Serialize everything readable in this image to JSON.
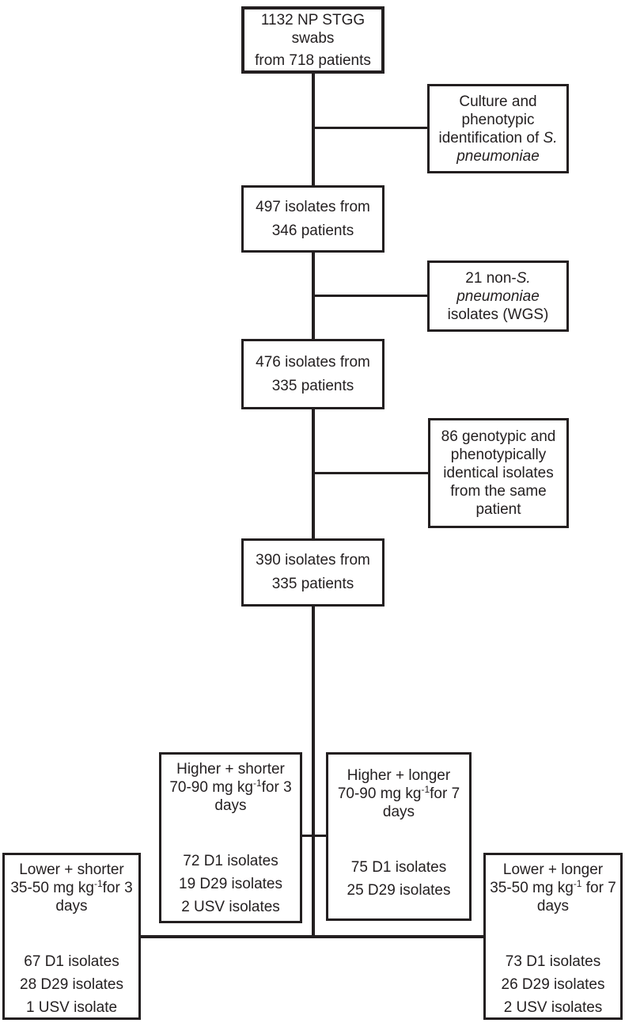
{
  "diagram": {
    "background": "#ffffff",
    "ink_color": "#231f20",
    "boxes": {
      "swabs": {
        "line1": "1132 NP STGG swabs",
        "line2": "from 718 patients"
      },
      "culture": {
        "prefix": "Culture and phenotypic identification of ",
        "italic": "S. pneumoniae"
      },
      "isolates_497": {
        "text": "497 isolates from 346 patients"
      },
      "non_pneumoniae": {
        "prefix": "21 non-",
        "italic": "S. pneumoniae",
        "suffix": " isolates (WGS)"
      },
      "isolates_476": {
        "text": "476 isolates from 335 patients"
      },
      "identical": {
        "text": "86 genotypic and phenotypically identical isolates from the same patient"
      },
      "isolates_390": {
        "text": "390 isolates from 335 patients"
      },
      "higher_shorter": {
        "title": "Higher + shorter",
        "dose_prefix": "70-90 mg kg",
        "dose_sup": "-1",
        "dose_suffix": "for 3 days",
        "stats": [
          "72 D1 isolates",
          "19 D29 isolates",
          "2 USV isolates"
        ]
      },
      "higher_longer": {
        "title": "Higher + longer",
        "dose_prefix": "70-90 mg kg",
        "dose_sup": "-1",
        "dose_suffix": "for 7 days",
        "stats": [
          "75 D1 isolates",
          "25 D29 isolates"
        ]
      },
      "lower_shorter": {
        "title": "Lower + shorter",
        "dose_prefix": "35-50 mg kg",
        "dose_sup": "-1",
        "dose_suffix": "for 3 days",
        "stats": [
          "67 D1 isolates",
          "28 D29 isolates",
          "1 USV isolate"
        ]
      },
      "lower_longer": {
        "title": "Lower + longer",
        "dose_prefix": "35-50 mg kg",
        "dose_sup": "-1",
        "dose_suffix": " for 7 days",
        "stats": [
          "73 D1 isolates",
          "26 D29 isolates",
          "2 USV isolates"
        ]
      }
    }
  }
}
